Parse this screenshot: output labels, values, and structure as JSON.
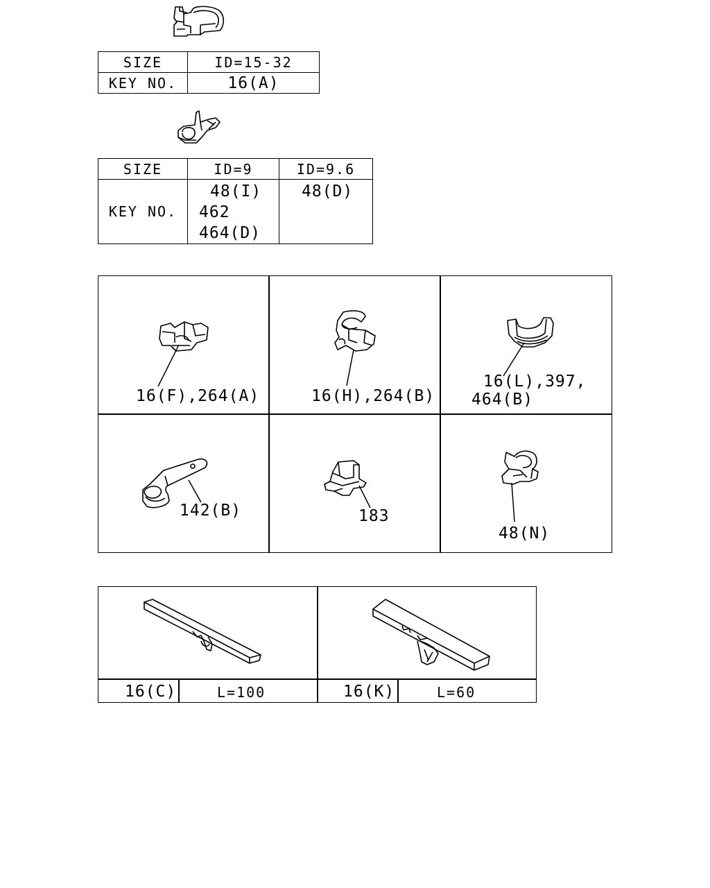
{
  "table1": {
    "size_label": "SIZE",
    "size_value": "ID=15-32",
    "key_label": "KEY NO.",
    "key_value": "16(A)"
  },
  "table2": {
    "size_label": "SIZE",
    "col1": "ID=9",
    "col2": "ID=9.6",
    "key_label": "KEY NO.",
    "col1_keys": [
      "48(I)",
      "462",
      "464(D)"
    ],
    "col2_keys": [
      "48(D)"
    ]
  },
  "grid": {
    "cells": [
      {
        "lines": [
          "16(F),264(A)"
        ]
      },
      {
        "lines": [
          "16(H),264(B)"
        ]
      },
      {
        "lines": [
          "16(L),397,",
          "464(B)"
        ]
      },
      {
        "lines": [
          "142(B)"
        ]
      },
      {
        "lines": [
          "183"
        ]
      },
      {
        "lines": [
          "48(N)"
        ]
      }
    ]
  },
  "ties": [
    {
      "key": "16(C)",
      "length": "L=100"
    },
    {
      "key": "16(K)",
      "length": "L=60"
    }
  ]
}
